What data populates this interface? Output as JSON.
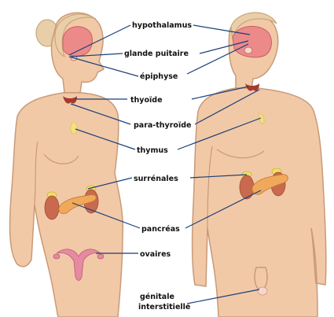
{
  "labels": {
    "hypothalamus": "hypothalamus",
    "pituitary": "glande puitaire",
    "epiphysis": "épiphyse",
    "thyroid": "thyoïde",
    "parathyroid": "para-thyroïde",
    "thymus": "thymus",
    "adrenal": "surrénales",
    "pancreas": "pancréas",
    "ovaries": "ovaires",
    "genital_line1": "génitale",
    "genital_line2": "interstitielle"
  },
  "colors": {
    "skin": "#f2c9a6",
    "leader_line": "#1a3f7a",
    "brain": "#ec8a8a",
    "thyroid": "#a53a2e",
    "adrenal": "#f2de6a",
    "pancreas": "#f0a85a",
    "kidney": "#c96a4e",
    "uterus": "#e58aa0"
  }
}
